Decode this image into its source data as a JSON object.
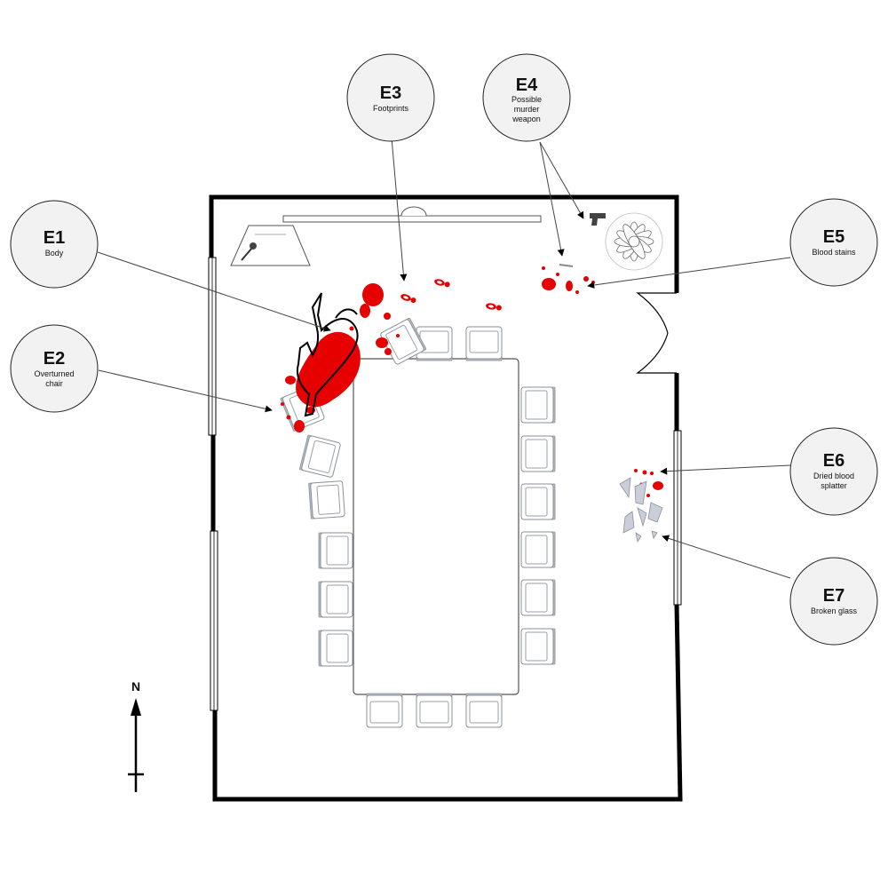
{
  "diagram": {
    "compass": {
      "label": "N"
    },
    "evidence": [
      {
        "code": "E1",
        "desc": [
          "Body"
        ]
      },
      {
        "code": "E2",
        "desc": [
          "Overturned",
          "chair"
        ]
      },
      {
        "code": "E3",
        "desc": [
          "Footprints"
        ]
      },
      {
        "code": "E4",
        "desc": [
          "Possible",
          "murder",
          "weapon"
        ]
      },
      {
        "code": "E5",
        "desc": [
          "Blood stains"
        ]
      },
      {
        "code": "E6",
        "desc": [
          "Dried blood",
          "splatter"
        ]
      },
      {
        "code": "E7",
        "desc": [
          "Broken glass"
        ]
      }
    ],
    "colors": {
      "blood": "#e60000",
      "marker_fill": "#f2f2f2",
      "marker_stroke": "#222222",
      "wall": "#000000",
      "chair": "#8a8f99",
      "glass": "#c9ced8",
      "weapon": "#444444"
    },
    "icons": [
      "gun-icon",
      "potted-plant-icon",
      "microphone-icon",
      "door-swing-icon",
      "north-arrow-icon"
    ]
  }
}
